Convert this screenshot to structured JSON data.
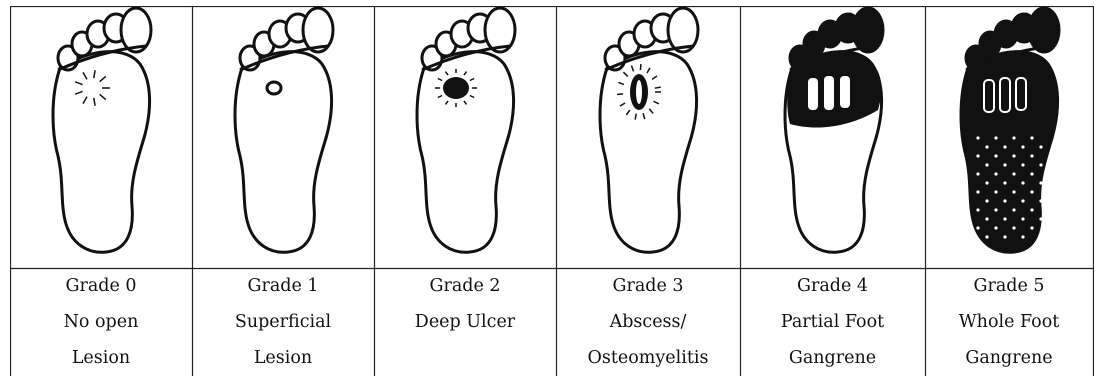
{
  "grades": [
    {
      "grade": "Grade 0",
      "line1": "No open",
      "line2": "Lesion",
      "stage": 0
    },
    {
      "grade": "Grade 1",
      "line1": "Superficial",
      "line2": "Lesion",
      "stage": 1
    },
    {
      "grade": "Grade 2",
      "line1": "Deep Ulcer",
      "line2": "",
      "stage": 2
    },
    {
      "grade": "Grade 3",
      "line1": "Abscess/",
      "line2": "Osteomyelitis",
      "stage": 3
    },
    {
      "grade": "Grade 4",
      "line1": "Partial Foot",
      "line2": "Gangrene",
      "stage": 4
    },
    {
      "grade": "Grade 5",
      "line1": "Whole Foot",
      "line2": "Gangrene",
      "stage": 5
    }
  ]
}
